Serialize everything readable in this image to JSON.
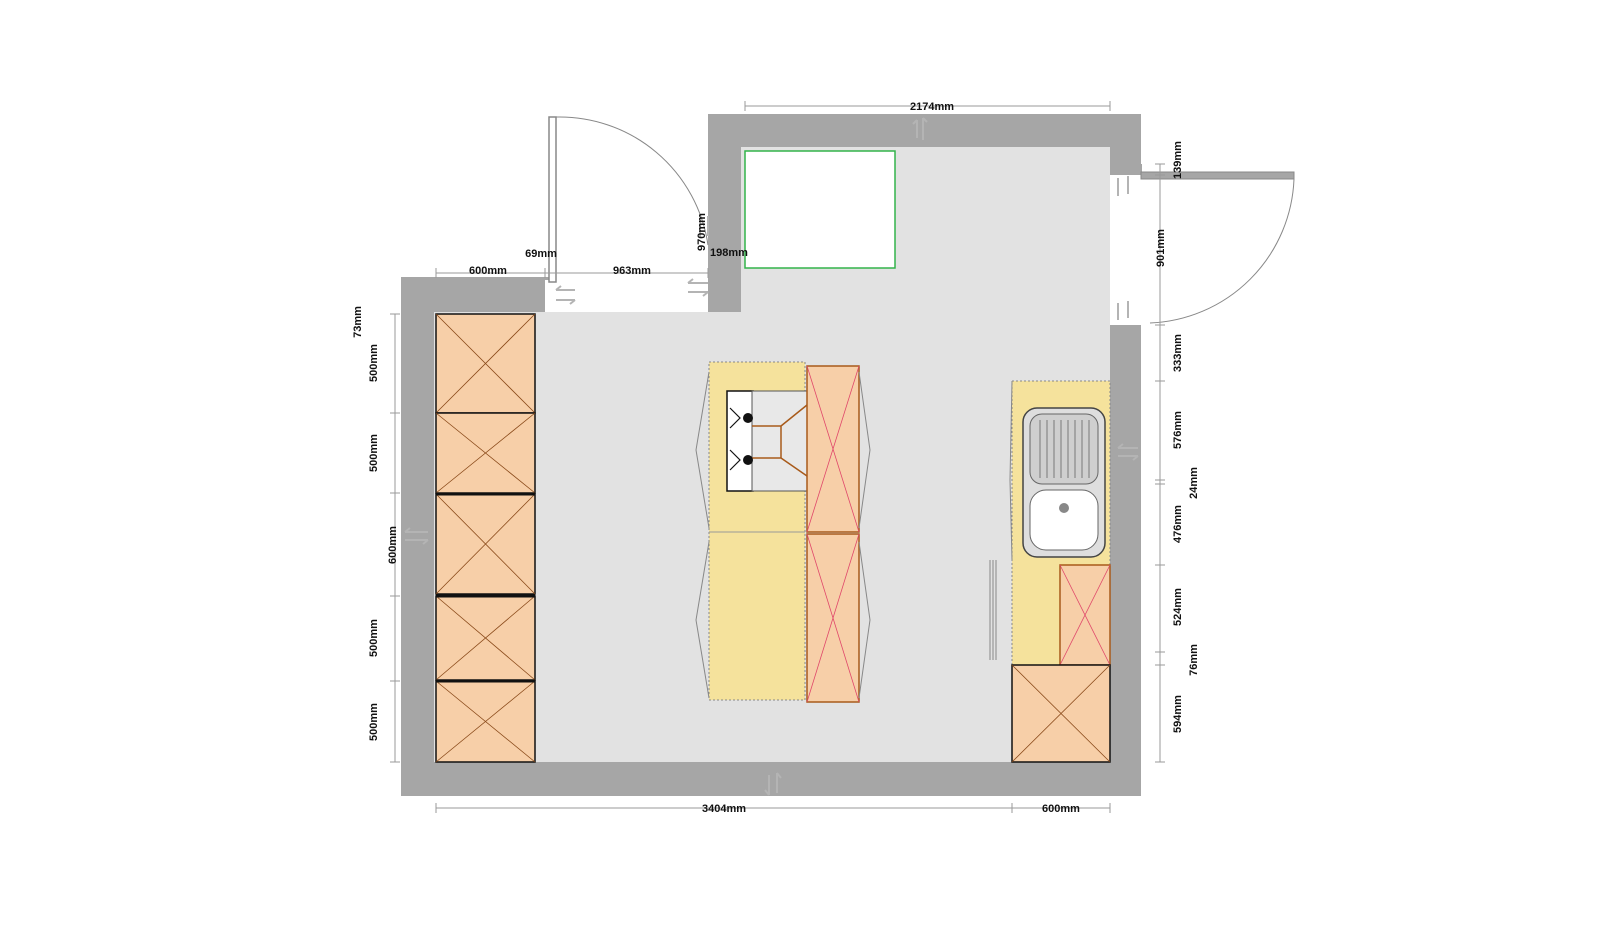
{
  "colors": {
    "wall": "#a6a6a6",
    "floor": "#e2e2e2",
    "tall_cabinet": "#f7cfa8",
    "cabinet_edge": "#7a3b10",
    "base_unit": "#f5e29c",
    "appliance_cross": "#e0476a",
    "opening_outline": "#32b34a",
    "door_leaf": "#999999"
  },
  "dimensions": {
    "top_2174": "2174mm",
    "top_69": "69mm",
    "top_963": "963mm",
    "top_600": "600mm",
    "right_139": "139mm",
    "right_901": "901mm",
    "right_333": "333mm",
    "right_576": "576mm",
    "right_24": "24mm",
    "right_476": "476mm",
    "right_524": "524mm",
    "right_76": "76mm",
    "right_594": "594mm",
    "left_73": "73mm",
    "left_500a": "500mm",
    "left_500b": "500mm",
    "left_600": "600mm",
    "left_500c": "500mm",
    "left_500d": "500mm",
    "bottom_3404": "3404mm",
    "bottom_600": "600mm",
    "inner_970": "970mm",
    "inner_198": "198mm"
  },
  "icons": {
    "hob": "hob-icon",
    "sink": "sink-icon",
    "door": "door-swing-icon",
    "wall_arrow": "wall-direction-arrow-icon"
  }
}
